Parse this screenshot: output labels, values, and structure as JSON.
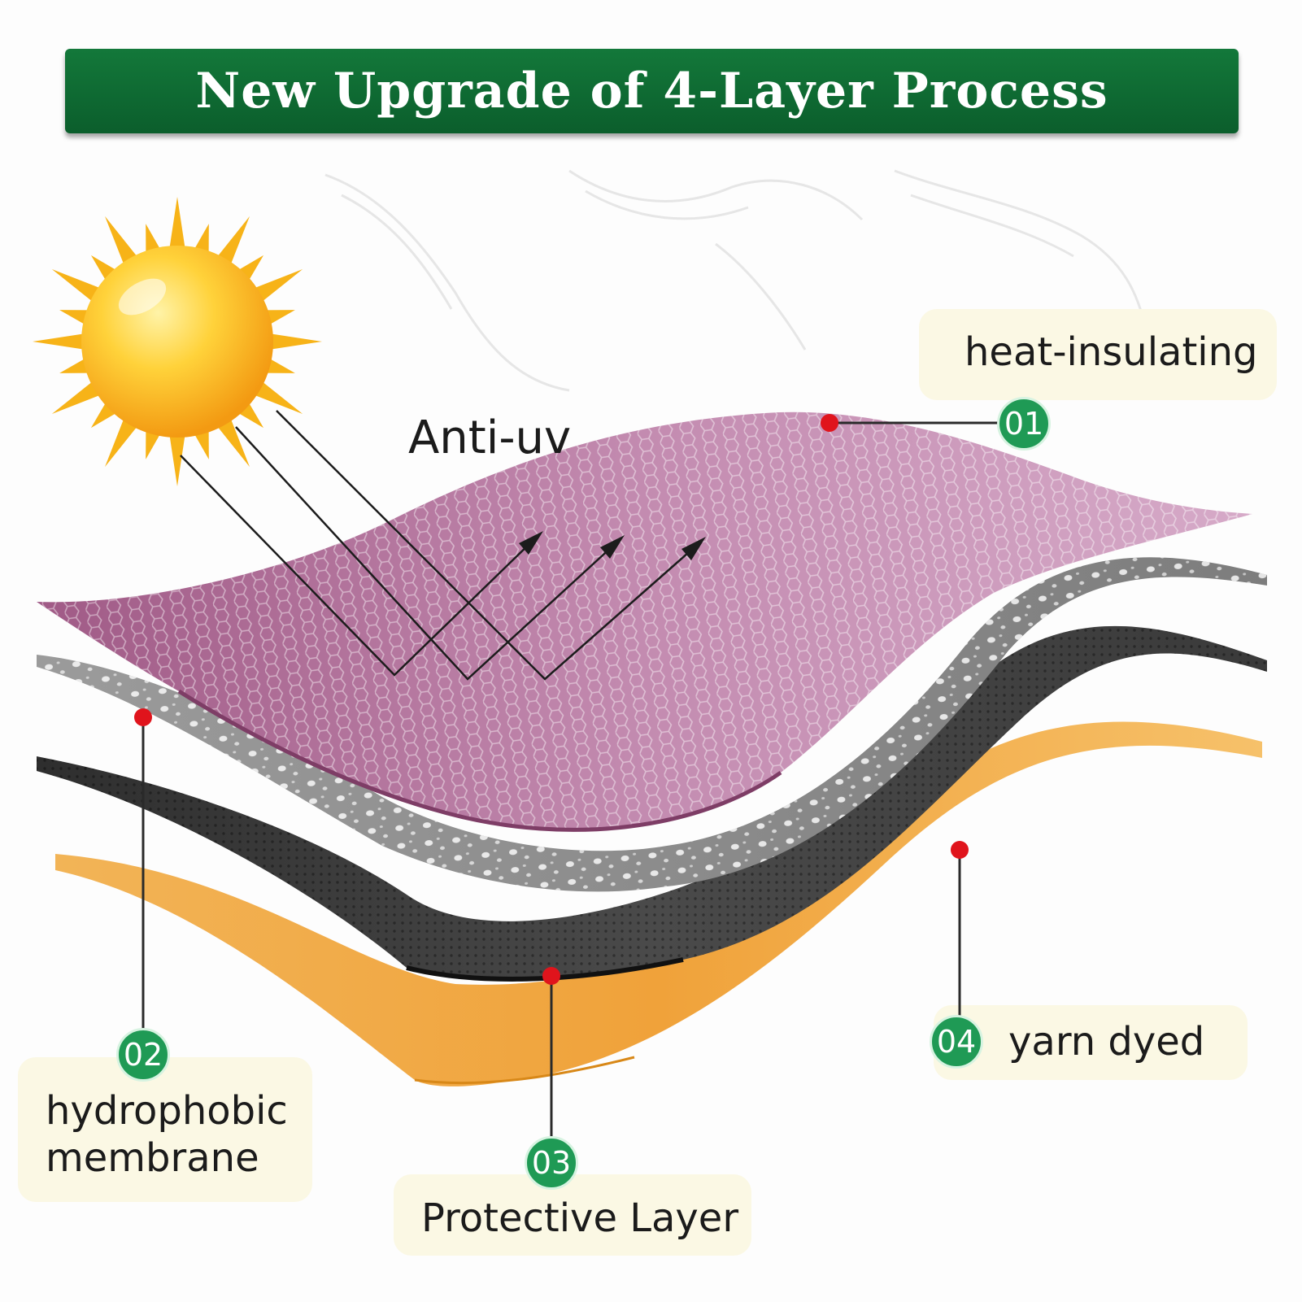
{
  "banner": {
    "title": "New Upgrade of 4-Layer Process"
  },
  "annotation": {
    "anti_uv": "Anti-uv"
  },
  "layers": [
    {
      "number": "01",
      "label": "heat-insulating",
      "color": "#b87aa3"
    },
    {
      "number": "02",
      "label_line1": "hydrophobic",
      "label_line2": "membrane",
      "color": "#8f8f8f"
    },
    {
      "number": "03",
      "label": "Protective Layer",
      "color": "#3a3a3a"
    },
    {
      "number": "04",
      "label": "yarn dyed",
      "color": "#f0a63a"
    }
  ],
  "colors": {
    "banner": "#0f6b33",
    "badge": "#1f9a55",
    "marker": "#e0141c",
    "sun": "#f6b21b"
  }
}
